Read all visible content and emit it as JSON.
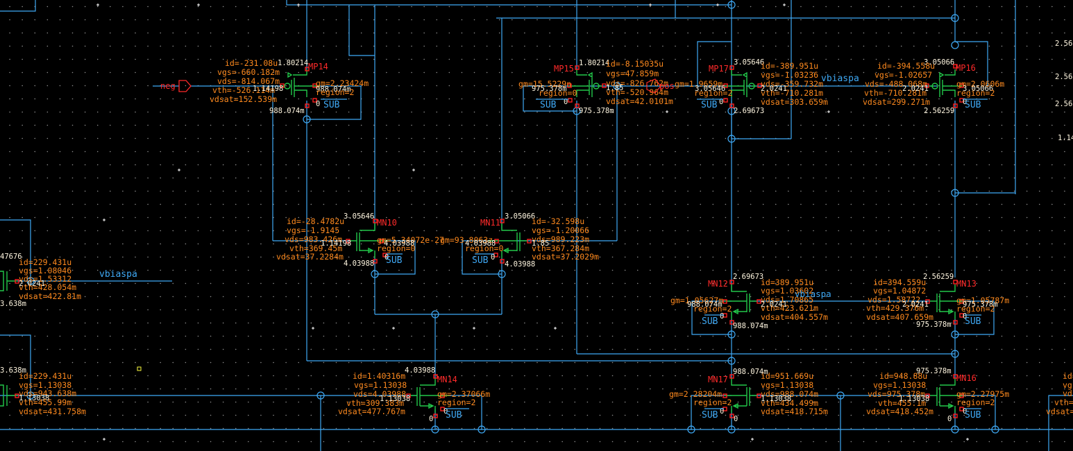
{
  "app": "Schematic Editor - DC operating point annotation",
  "colors": {
    "background": "#000000",
    "wire": "#3fa9f5",
    "device": "#22c84a",
    "pin": "#ff2020",
    "param_text": "#ff8a1e",
    "node_voltage": "#fff6e0",
    "instance_name": "#ff2a2a",
    "net_label": "#3fa9f5"
  },
  "pins": [
    {
      "name": "neg",
      "direction": "input"
    }
  ],
  "net_labels": {
    "vbiaspa_left": "vbiaspa",
    "vbiaspa_mp17": "vbiaspa",
    "vbiaspa_mn12": "vbiaspa"
  },
  "right_edge_voltages": [
    "2.56",
    "2.56",
    "2.56",
    "1.14"
  ],
  "devices": {
    "MP14": {
      "name": "MP14",
      "type": "pmos",
      "params": [
        "id=-231.08u",
        "vgs=-660.182m",
        "vds=-814.067m",
        "vth=-526.114m",
        "vdsat=152.539m"
      ],
      "gm": "gm=2.23424m",
      "region": "region=2",
      "drain_v": "1.80214",
      "gate_v": "1.14198",
      "source_v": "988.074m",
      "bulk_v": "0",
      "bulk_node_v": "988.074m",
      "sub": "SUB"
    },
    "MP15": {
      "name": "MP15",
      "type": "pmos",
      "params": [
        "id=-8.15035u",
        "vgs=47.859m",
        "vds=-826.762m",
        "vth=-520.964m",
        "vdsat=42.0101m"
      ],
      "gm": "gm=15.5229n",
      "region": "region=0",
      "drain_v": "1.80214",
      "gate_v": "1.85",
      "source_v": "975.378m",
      "bulk_v": "0",
      "bulk_node_v": "975.378m",
      "sub": "SUB",
      "pin_label": "pos"
    },
    "MP17": {
      "name": "MP17",
      "type": "pmos",
      "params": [
        "id=-389.951u",
        "vgs=-1.03236",
        "vds=-359.732m",
        "vth=-710.281m",
        "vdsat=303.659m"
      ],
      "gm": "gm=1.9659m",
      "region": "region=2",
      "drain_v": "3.05646",
      "gate_v": "2.0241",
      "source_v": "2.69673",
      "bulk_v": "0",
      "bulk_node_v": "3.05646",
      "sub": "SUB"
    },
    "MP16": {
      "name": "MP16",
      "type": "pmos",
      "params": [
        "id=-394.558u",
        "vgs=-1.02657",
        "vds=-488.068m",
        "vth=-710.281m",
        "vdsat=299.271m"
      ],
      "gm": "gm=2.0606m",
      "region": "region=2",
      "drain_v": "3.05066",
      "gate_v": "2.0241",
      "source_v": "2.56259",
      "bulk_v": "0",
      "bulk_node_v": "3.05066",
      "sub": "SUB"
    },
    "MN10": {
      "name": "MN10",
      "type": "nmos",
      "params": [
        "id=-28.4782u",
        "vgs=-1.9145",
        "vds=983.426m",
        "vth=369.45m",
        "vdsat=37.2284m"
      ],
      "gm": "gm=5.34072e-27",
      "region": "region=0",
      "drain_v": "3.05646",
      "gate_v": "1.14198",
      "source_v": "4.03988",
      "bulk_v": "0",
      "bulk_node_v": "4.03988",
      "sub": "SUB"
    },
    "MN11": {
      "name": "MN11",
      "type": "nmos",
      "params": [
        "id=-32.598u",
        "vgs=-1.20066",
        "vds=989.223m",
        "vth=367.284m",
        "vdsat=37.2029m"
      ],
      "gm": "gm=93.8063z",
      "region": "region=0",
      "drain_v": "3.05066",
      "gate_v": "1.85",
      "source_v": "4.03988",
      "bulk_v": "0",
      "bulk_node_v": "4.03988",
      "sub": "SUB"
    },
    "MN12": {
      "name": "MN12",
      "type": "nmos",
      "params": [
        "id=389.951u",
        "vgs=1.03602",
        "vds=1.70865",
        "vth=423.621m",
        "vdsat=404.557m"
      ],
      "gm": "gm=1.05627m",
      "region": "region=2",
      "drain_v": "2.69673",
      "gate_v": "2.0241",
      "source_v": "988.074m",
      "bulk_v": "0",
      "bulk_node_v": "988.074m",
      "sub": "SUB"
    },
    "MN13": {
      "name": "MN13",
      "type": "nmos",
      "params": [
        "id=394.559u",
        "vgs=1.04872",
        "vds=1.58722",
        "vth=429.376m",
        "vdsat=407.659m"
      ],
      "gm": "gm=1.05787m",
      "region": "region=2",
      "drain_v": "2.56259",
      "gate_v": "2.0241",
      "source_v": "975.378m",
      "bulk_v": "0",
      "bulk_node_v": "975.378m",
      "sub": "SUB"
    },
    "MN14": {
      "name": "MN14",
      "type": "nmos",
      "params": [
        "id=1.40316m",
        "vgs=1.13038",
        "vds=4.03988",
        "vth=309.383m",
        "vdsat=477.767m"
      ],
      "gm": "gm=2.37066m",
      "region": "region=2",
      "drain_v": "4.03988",
      "gate_v": "1.13038",
      "source_v": "0",
      "bulk_v": "0",
      "sub": "SUB"
    },
    "MN17": {
      "name": "MN17",
      "type": "nmos",
      "params": [
        "id=951.669u",
        "vgs=1.13038",
        "vds=988.074m",
        "vth=434.499m",
        "vdsat=418.715m"
      ],
      "gm": "gm=2.28204m",
      "region": "region=2",
      "drain_v": "988.074m",
      "gate_v": "1.13038",
      "source_v": "0",
      "bulk_v": "0",
      "sub": "SUB"
    },
    "MN16": {
      "name": "MN16",
      "type": "nmos",
      "params": [
        "id=948.88u",
        "vgs=1.13038",
        "vds=975.378m",
        "vth=455.1m",
        "vdsat=418.452m"
      ],
      "gm": "gm=2.27975m",
      "region": "region=2",
      "drain_v": "975.378m",
      "gate_v": "1.13038",
      "source_v": "0",
      "bulk_v": "0",
      "sub": "SUB"
    },
    "LEFT_A": {
      "params": [
        "id=229.431u",
        "vgs=1.08046",
        "vds=1.53312",
        "vth=428.054m",
        "vdsat=422.81m"
      ],
      "gate_v": "2.0241",
      "top_v": "47676",
      "bottom_v": "3.638m"
    },
    "LEFT_B": {
      "params": [
        "id=229.431u",
        "vgs=1.13038",
        "vds=943.638m",
        "vth=455.99m",
        "vdsat=431.758m"
      ],
      "gate_v": "1.13038",
      "top_v": "3.638m"
    },
    "RIGHT_PARTIAL": {
      "params": [
        "id=",
        "vg",
        "vd",
        "vth=",
        "vdsat="
      ]
    }
  }
}
